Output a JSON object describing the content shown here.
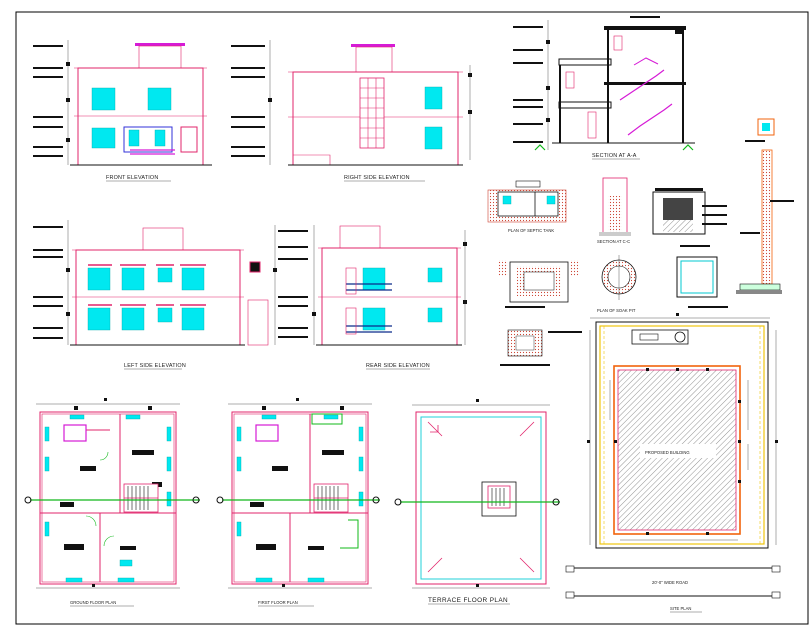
{
  "drawing": {
    "labels": {
      "front_elevation": "FRONT ELEVATION",
      "right_side_elevation": "RIGHT SIDE ELEVATION",
      "left_side_elevation": "LEFT SIDE ELEVATION",
      "rear_side_elevation": "REAR SIDE ELEVATION",
      "section_aa": "SECTION AT A-A",
      "plan_septic_tank": "PLAN OF SEPTIC TANK",
      "section_cc": "SECTION AT C-C",
      "plan_soak_pit": "PLAN OF SOAK PIT",
      "ground_floor_plan": "GROUND FLOOR PLAN",
      "first_floor_plan": "FIRST FLOOR PLAN",
      "terrace_floor_plan": "TERRACE FLOOR PLAN",
      "site_plan": "SITE PLAN",
      "proposed_building": "PROPOSED BUILDING",
      "wide_road": "20'-0\" WIDE ROAD"
    },
    "colors": {
      "walls": "#e2246b",
      "windows": "#00e8f0",
      "grid_line": "#11b81a",
      "parapet": "#d61bd6",
      "site_boundary": "#f1c60f",
      "building_outline": "#f2630c"
    }
  }
}
